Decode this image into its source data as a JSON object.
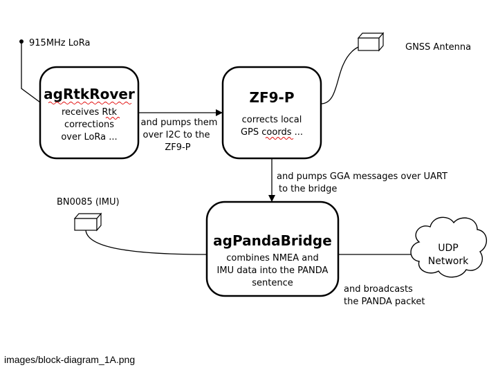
{
  "lora": {
    "label": "915MHz LoRa"
  },
  "gnss": {
    "label": "GNSS Antenna"
  },
  "imu": {
    "label": "BN0085 (IMU)"
  },
  "rover": {
    "title": "agRtkRover",
    "line1": "receives Rtk",
    "line2": "corrections",
    "line3": "over LoRa ..."
  },
  "zf9p": {
    "title": "ZF9-P",
    "line1": "corrects local",
    "line2": "GPS coords ..."
  },
  "bridge": {
    "title": "agPandaBridge",
    "line1": "combines NMEA and",
    "line2": "IMU data into the PANDA",
    "line3": "sentence"
  },
  "edge_rover_zf9p": {
    "line1": "and pumps them",
    "line2": "over I2C to the",
    "line3": "ZF9-P"
  },
  "edge_zf9p_bridge": {
    "line1": "and pumps GGA messages over UART",
    "line2": "to the bridge"
  },
  "edge_bridge_udp": {
    "line1": "and broadcasts",
    "line2": "the PANDA packet"
  },
  "udp": {
    "line1": "UDP",
    "line2": "Network"
  },
  "caption": "images/block-diagram_1A.png"
}
